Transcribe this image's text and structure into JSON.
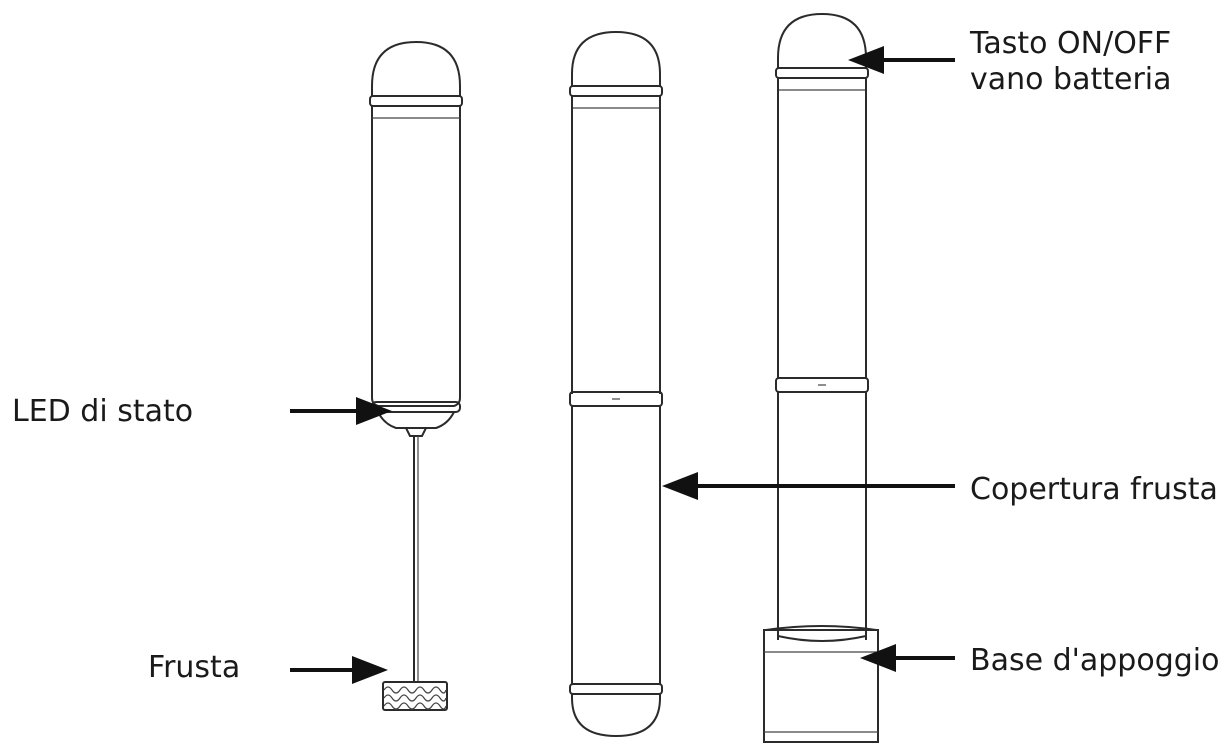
{
  "labels": {
    "tasto_line1": "Tasto ON/OFF",
    "tasto_line2": "vano batteria",
    "led": "LED di stato",
    "copertura": "Copertura frusta",
    "base": "Base d'appoggio",
    "frusta": "Frusta"
  }
}
